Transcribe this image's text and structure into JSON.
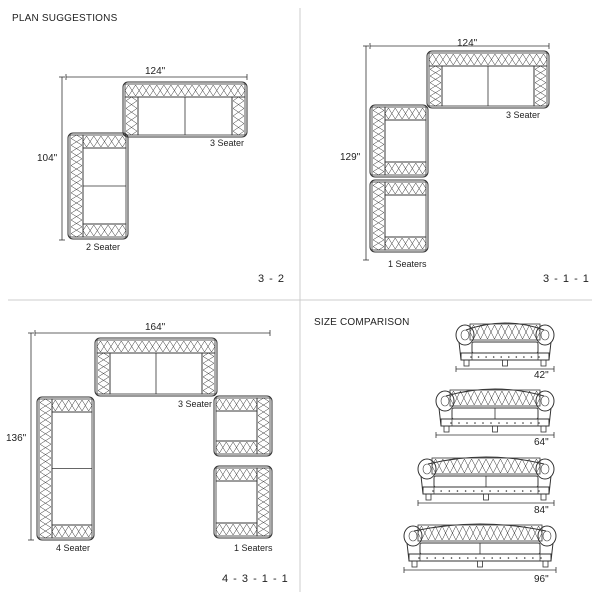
{
  "panels": {
    "plan": {
      "title": "PLAN SUGGESTIONS",
      "label_a_width": "124\"",
      "label_a_height": "104\"",
      "label_a_3seater": "3 Seater",
      "label_a_2seater": "2 Seater",
      "code_a": "3 - 2"
    },
    "b": {
      "label_width": "124\"",
      "label_height": "129\"",
      "label_3seater": "3 Seater",
      "label_1seaters": "1 Seaters",
      "code": "3 - 1 - 1"
    },
    "c": {
      "label_width": "164\"",
      "label_height": "136\"",
      "label_3seater": "3 Seater",
      "label_4seater": "4 Seater",
      "label_1seaters": "1 Seaters",
      "code": "4 - 3 - 1 - 1"
    },
    "comparison": {
      "title": "SIZE COMPARISON",
      "sizes": [
        "42\"",
        "64\"",
        "84\"",
        "96\""
      ]
    }
  },
  "colors": {
    "line": "#333333",
    "divider": "#cccccc"
  }
}
